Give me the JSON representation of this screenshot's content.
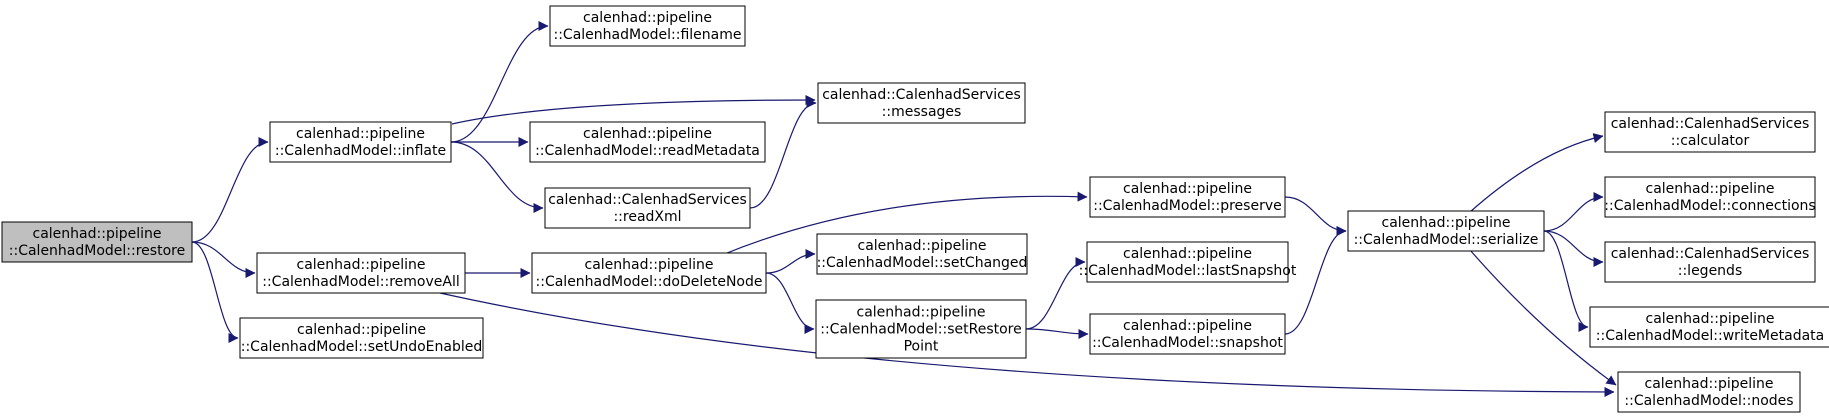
{
  "colors": {
    "edge": "#191970",
    "node_fill": "#ffffff",
    "root_fill": "#bfbfbf",
    "border": "#000000"
  },
  "nodes": [
    {
      "id": "restore",
      "lines": [
        "calenhad::pipeline",
        "::CalenhadModel::restore"
      ],
      "root": true
    },
    {
      "id": "inflate",
      "lines": [
        "calenhad::pipeline",
        "::CalenhadModel::inflate"
      ]
    },
    {
      "id": "removeAll",
      "lines": [
        "calenhad::pipeline",
        "::CalenhadModel::removeAll"
      ]
    },
    {
      "id": "setUndoEnabled",
      "lines": [
        "calenhad::pipeline",
        "::CalenhadModel::setUndoEnabled"
      ]
    },
    {
      "id": "filename",
      "lines": [
        "calenhad::pipeline",
        "::CalenhadModel::filename"
      ]
    },
    {
      "id": "readMetadata",
      "lines": [
        "calenhad::pipeline",
        "::CalenhadModel::readMetadata"
      ]
    },
    {
      "id": "readXml",
      "lines": [
        "calenhad::CalenhadServices",
        "::readXml"
      ]
    },
    {
      "id": "messages",
      "lines": [
        "calenhad::CalenhadServices",
        "::messages"
      ]
    },
    {
      "id": "doDeleteNode",
      "lines": [
        "calenhad::pipeline",
        "::CalenhadModel::doDeleteNode"
      ]
    },
    {
      "id": "setChanged",
      "lines": [
        "calenhad::pipeline",
        "::CalenhadModel::setChanged"
      ]
    },
    {
      "id": "setRestorePoint",
      "lines": [
        "calenhad::pipeline",
        "::CalenhadModel::setRestore",
        "Point"
      ]
    },
    {
      "id": "preserve",
      "lines": [
        "calenhad::pipeline",
        "::CalenhadModel::preserve"
      ]
    },
    {
      "id": "lastSnapshot",
      "lines": [
        "calenhad::pipeline",
        "::CalenhadModel::lastSnapshot"
      ]
    },
    {
      "id": "snapshot",
      "lines": [
        "calenhad::pipeline",
        "::CalenhadModel::snapshot"
      ]
    },
    {
      "id": "serialize",
      "lines": [
        "calenhad::pipeline",
        "::CalenhadModel::serialize"
      ]
    },
    {
      "id": "calculator",
      "lines": [
        "calenhad::CalenhadServices",
        "::calculator"
      ]
    },
    {
      "id": "connections",
      "lines": [
        "calenhad::pipeline",
        "::CalenhadModel::connections"
      ]
    },
    {
      "id": "legends",
      "lines": [
        "calenhad::CalenhadServices",
        "::legends"
      ]
    },
    {
      "id": "writeMetadata",
      "lines": [
        "calenhad::pipeline",
        "::CalenhadModel::writeMetadata"
      ]
    },
    {
      "id": "nodes",
      "lines": [
        "calenhad::pipeline",
        "::CalenhadModel::nodes"
      ]
    }
  ],
  "edges": [
    {
      "from": "restore",
      "to": "inflate"
    },
    {
      "from": "restore",
      "to": "removeAll"
    },
    {
      "from": "restore",
      "to": "setUndoEnabled"
    },
    {
      "from": "inflate",
      "to": "filename"
    },
    {
      "from": "inflate",
      "to": "messages"
    },
    {
      "from": "inflate",
      "to": "readMetadata"
    },
    {
      "from": "inflate",
      "to": "readXml"
    },
    {
      "from": "readXml",
      "to": "messages"
    },
    {
      "from": "removeAll",
      "to": "doDeleteNode"
    },
    {
      "from": "removeAll",
      "to": "nodes"
    },
    {
      "from": "doDeleteNode",
      "to": "preserve"
    },
    {
      "from": "doDeleteNode",
      "to": "setChanged"
    },
    {
      "from": "doDeleteNode",
      "to": "setRestorePoint"
    },
    {
      "from": "preserve",
      "to": "serialize"
    },
    {
      "from": "setRestorePoint",
      "to": "lastSnapshot"
    },
    {
      "from": "setRestorePoint",
      "to": "snapshot"
    },
    {
      "from": "snapshot",
      "to": "serialize"
    },
    {
      "from": "serialize",
      "to": "calculator"
    },
    {
      "from": "serialize",
      "to": "connections"
    },
    {
      "from": "serialize",
      "to": "legends"
    },
    {
      "from": "serialize",
      "to": "writeMetadata"
    },
    {
      "from": "serialize",
      "to": "nodes"
    }
  ]
}
